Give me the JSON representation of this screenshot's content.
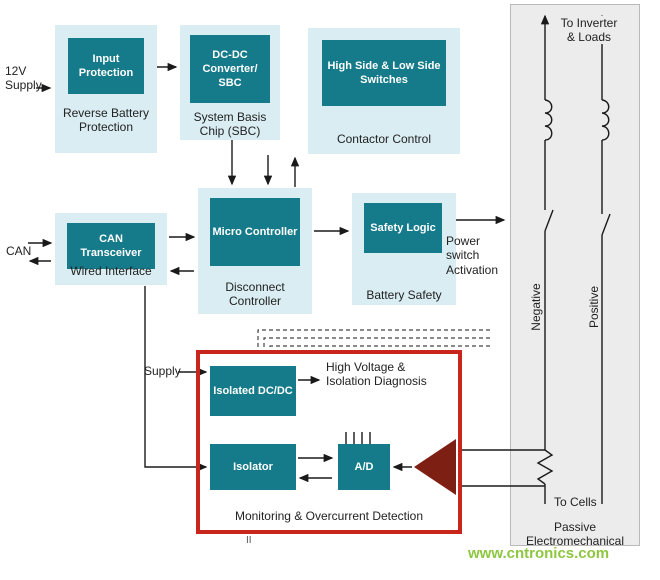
{
  "colors": {
    "teal_block": "#157a89",
    "light_container": "#d9edf2",
    "red_border": "#c8251d",
    "amp_triangle": "#7d2013",
    "panel_bg": "#ececec",
    "watermark_green": "#8dc63f"
  },
  "left_labels": {
    "supply12v": "12V Supply",
    "can": "CAN",
    "supply": "Supply"
  },
  "blocks": {
    "input_protection": {
      "title": "Input Protection",
      "caption": "Reverse Battery Protection"
    },
    "dcdc_sbc": {
      "title": "DC-DC Converter/ SBC",
      "caption": "System Basis Chip (SBC)"
    },
    "switches": {
      "title": "High Side & Low Side Switches",
      "caption": "Contactor Control"
    },
    "can_transceiver": {
      "title": "CAN Transceiver",
      "caption": "Wired Interface"
    },
    "micro": {
      "title": "Micro Controller",
      "caption": "Disconnect Controller"
    },
    "safety": {
      "title": "Safety Logic",
      "caption": "Battery Safety"
    }
  },
  "mid_labels": {
    "power_switch": "Power switch Activation"
  },
  "monitoring": {
    "isolated_dcdc": "Isolated DC/DC",
    "isolator": "Isolator",
    "ad": "A/D",
    "diagnosis": "High Voltage & Isolation Diagnosis",
    "caption": "Monitoring & Overcurrent Detection",
    "tick": "II"
  },
  "right_panel": {
    "to_inverter": "To Inverter & Loads",
    "negative": "Negative",
    "positive": "Positive",
    "to_cells": "To Cells",
    "caption": "Passive Electromechanical"
  },
  "watermark": "www.cntronics.com"
}
